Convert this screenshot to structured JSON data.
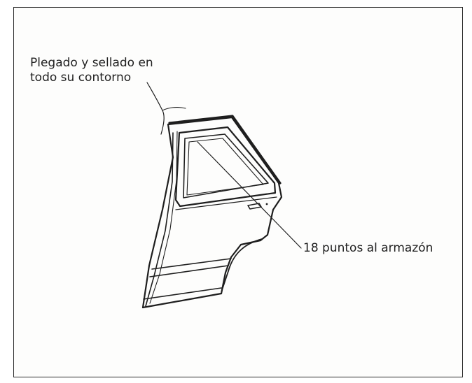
{
  "callouts": {
    "edge_fold": {
      "line1": "Plegado y sellado en",
      "line2": "todo su contorno"
    },
    "frame_points": {
      "text": "18 puntos al armazón"
    }
  }
}
